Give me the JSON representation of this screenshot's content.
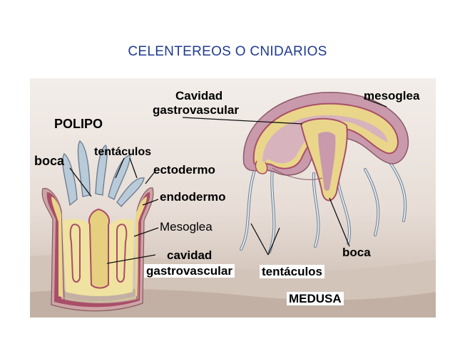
{
  "title": "CELENTEREOS O CNIDARIOS",
  "labels": {
    "polipo": "POLIPO",
    "medusa": "MEDUSA",
    "boca_polipo": "boca",
    "tentaculos_polipo": "tentáculos",
    "cavidad_top_1": "Cavidad",
    "cavidad_top_2": "gastrovascular",
    "mesoglea_medusa": "mesoglea",
    "ectodermo": "ectodermo",
    "endodermo": "endodermo",
    "mesoglea_polipo": "Mesoglea",
    "cavidad_bottom_1": "cavidad",
    "cavidad_bottom_2": "gastrovascular",
    "tentaculos_medusa": "tentáculos",
    "boca_medusa": "boca"
  },
  "colors": {
    "title": "#1f3a93",
    "sea_top": "#f3eeea",
    "sea_mid": "#ddd2cb",
    "sea_bottom": "#c8b7ac",
    "ectoderm": "#cda4a6",
    "mesoglea": "#a94e68",
    "endoderm": "#e9d68a",
    "tentacle": "#b9cbd9",
    "tentacle_outline": "#6f7f93",
    "medusa_bell": "#c89aab"
  }
}
